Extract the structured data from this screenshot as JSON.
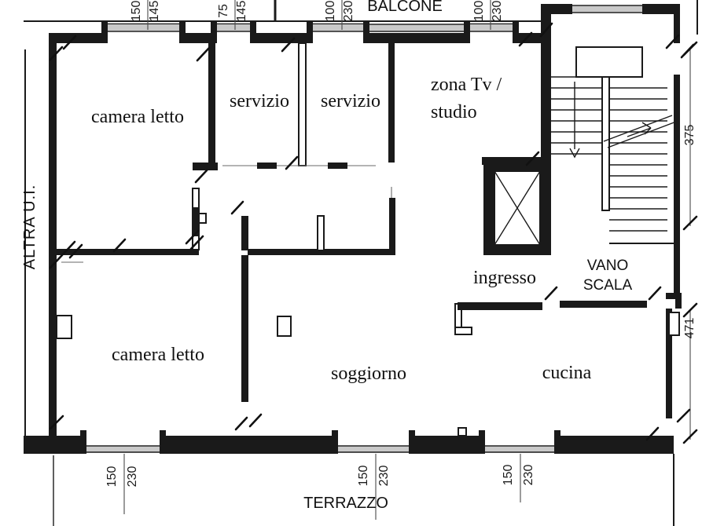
{
  "figure": {
    "type": "apartment floor plan"
  },
  "colors": {
    "background": "#ffffff",
    "walls": "#1a1a1a",
    "window_fill": "#c9c9c9",
    "text": "#111111"
  },
  "rooms": {
    "camera_letto_top": "camera letto",
    "servizio_left": "servizio",
    "servizio_right": "servizio",
    "zona_tv_line1": "zona Tv /",
    "zona_tv_line2": "studio",
    "ingresso": "ingresso",
    "vano_scala_line1": "VANO",
    "vano_scala_line2": "SCALA",
    "camera_letto_bottom": "camera letto",
    "soggiorno": "soggiorno",
    "cucina": "cucina"
  },
  "exterior": {
    "balcone": "BALCONE",
    "terrazzo": "TERRAZZO",
    "adjacent_unit": "ALTRA U.I."
  },
  "dimensions": {
    "top_openings": [
      {
        "width": "150",
        "height": "145"
      },
      {
        "width": "75",
        "height": "145"
      },
      {
        "width": "100",
        "height": "230"
      },
      {
        "width": "100",
        "height": "230"
      }
    ],
    "stairwell_depth": "375",
    "kitchen_side": "471",
    "bottom_openings": [
      {
        "width": "150",
        "height": "230"
      },
      {
        "width": "150",
        "height": "230"
      },
      {
        "width": "150",
        "height": "230"
      }
    ]
  }
}
